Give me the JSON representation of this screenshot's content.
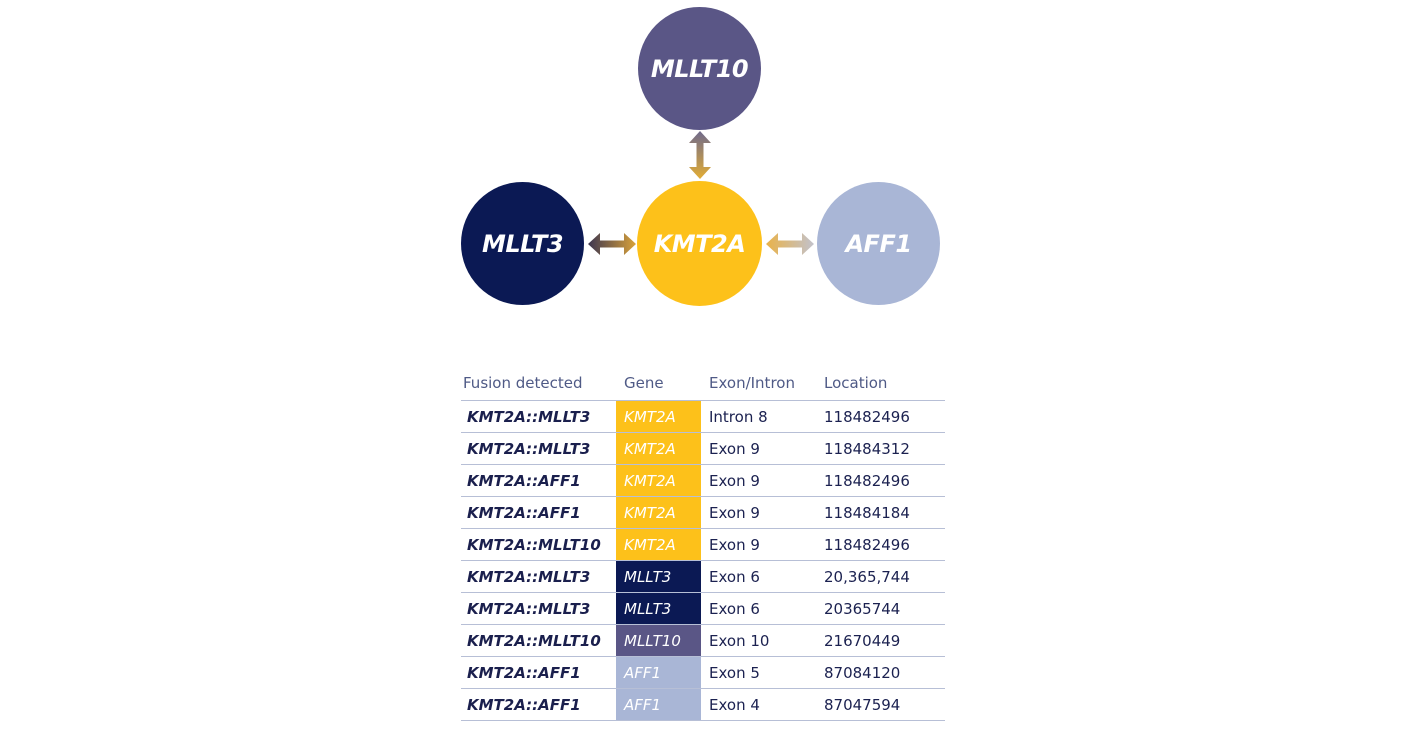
{
  "nodes": {
    "top": {
      "label": "MLLT10",
      "color": "#5a5686"
    },
    "left": {
      "label": "MLLT3",
      "color": "#0b1954"
    },
    "center": {
      "label": "KMT2A",
      "color": "#fdc11a"
    },
    "right": {
      "label": "AFF1",
      "color": "#a9b6d6"
    }
  },
  "table": {
    "headers": [
      "Fusion detected",
      "Gene",
      "Exon/Intron",
      "Location"
    ],
    "rows": [
      {
        "fusion": "KMT2A::MLLT3",
        "gene": "KMT2A",
        "gene_color": "#fdc11a",
        "exon": "Intron 8",
        "location": "118482496"
      },
      {
        "fusion": "KMT2A::MLLT3",
        "gene": "KMT2A",
        "gene_color": "#fdc11a",
        "exon": "Exon 9",
        "location": "118484312"
      },
      {
        "fusion": "KMT2A::AFF1",
        "gene": "KMT2A",
        "gene_color": "#fdc11a",
        "exon": "Exon 9",
        "location": "118482496"
      },
      {
        "fusion": "KMT2A::AFF1",
        "gene": "KMT2A",
        "gene_color": "#fdc11a",
        "exon": "Exon 9",
        "location": "118484184"
      },
      {
        "fusion": "KMT2A::MLLT10",
        "gene": "KMT2A",
        "gene_color": "#fdc11a",
        "exon": "Exon 9",
        "location": "118482496"
      },
      {
        "fusion": "KMT2A::MLLT3",
        "gene": "MLLT3",
        "gene_color": "#0b1954",
        "exon": "Exon 6",
        "location": "20,365,744"
      },
      {
        "fusion": "KMT2A::MLLT3",
        "gene": "MLLT3",
        "gene_color": "#0b1954",
        "exon": "Exon 6",
        "location": "20365744"
      },
      {
        "fusion": "KMT2A::MLLT10",
        "gene": "MLLT10",
        "gene_color": "#5a5686",
        "exon": "Exon 10",
        "location": "21670449"
      },
      {
        "fusion": "KMT2A::AFF1",
        "gene": "AFF1",
        "gene_color": "#a9b6d6",
        "exon": "Exon 5",
        "location": "87084120"
      },
      {
        "fusion": "KMT2A::AFF1",
        "gene": "AFF1",
        "gene_color": "#a9b6d6",
        "exon": "Exon 4",
        "location": "87047594"
      }
    ]
  }
}
